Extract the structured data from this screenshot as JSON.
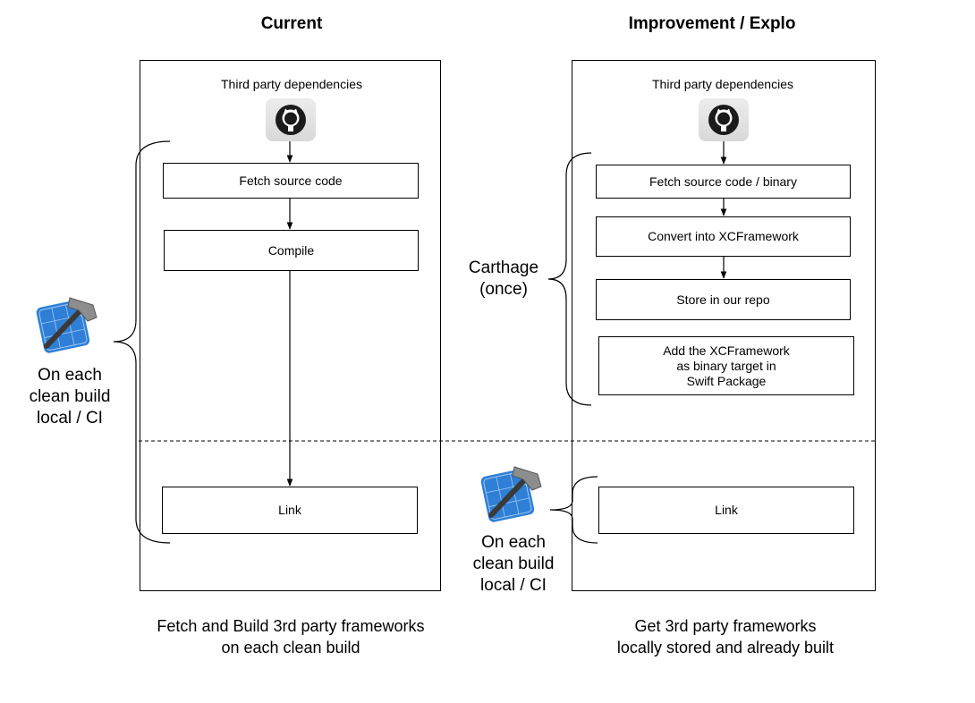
{
  "headings": {
    "left": "Current",
    "right": "Improvement / Explo"
  },
  "left_panel": {
    "deps_label": "Third party dependencies",
    "steps": [
      "Fetch source code",
      "Compile",
      "Link"
    ],
    "side_label": "On each\nclean build\nlocal / CI",
    "caption": "Fetch and Build 3rd party frameworks\non each clean build"
  },
  "right_panel": {
    "deps_label": "Third party dependencies",
    "steps": [
      "Fetch source code / binary",
      "Convert into XCFramework",
      "Store in our repo",
      "Add the XCFramework\nas binary target in\nSwift Package",
      "Link"
    ],
    "carthage_label": "Carthage\n(once)",
    "side_label": "On each\nclean build\nlocal / CI",
    "caption": "Get 3rd party frameworks\nlocally stored and already built"
  },
  "icons": {
    "github": "github-octocat-icon",
    "xcode": "xcode-hammer-icon"
  },
  "colors": {
    "line": "#000000",
    "xcode_blue": "#2f7fd6",
    "icon_tile": "#e3e3e3"
  }
}
